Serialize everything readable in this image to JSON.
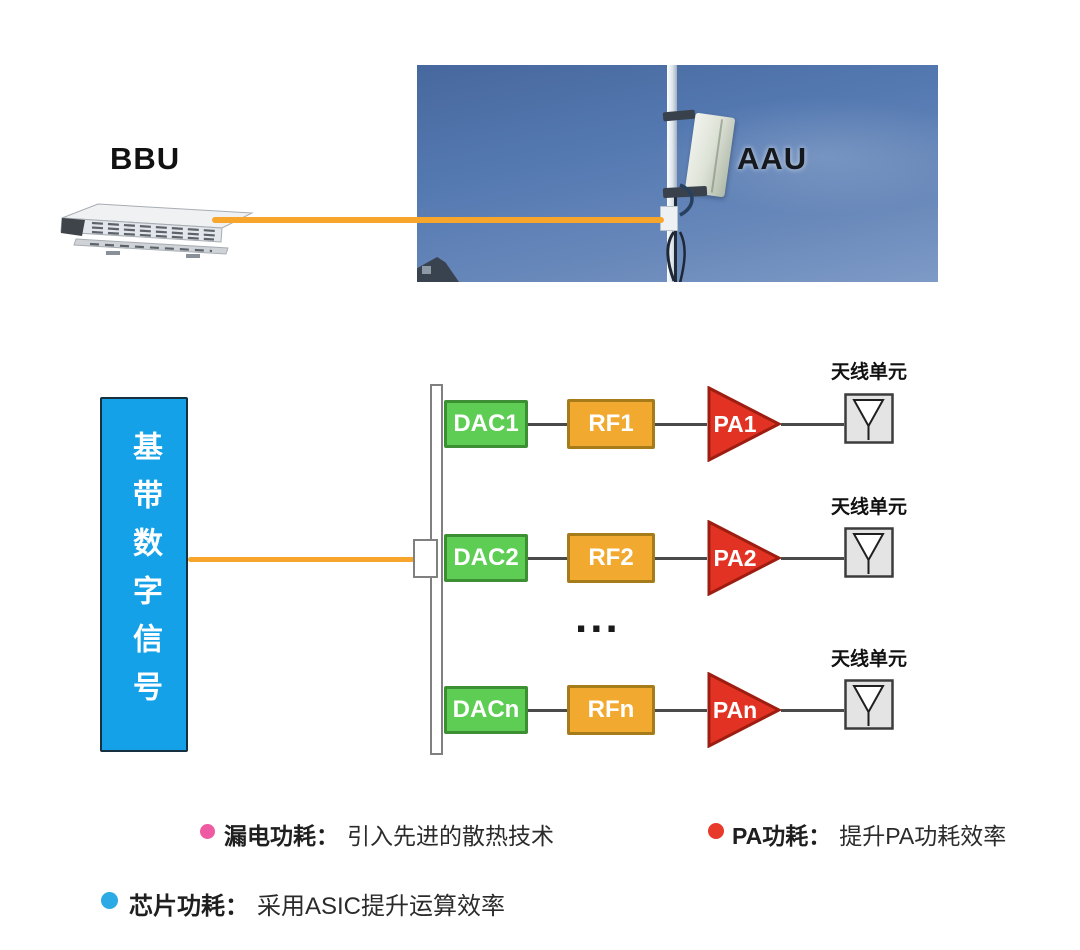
{
  "header": {
    "bbu_label": "BBU",
    "aau_label": "AAU"
  },
  "diagram": {
    "baseband_label": "基带数字信号",
    "ellipsis": "...",
    "rows": [
      {
        "dac": "DAC1",
        "rf": "RF1",
        "pa": "PA1",
        "antenna_label": "天线单元"
      },
      {
        "dac": "DAC2",
        "rf": "RF2",
        "pa": "PA2",
        "antenna_label": "天线单元"
      },
      {
        "dac": "DACn",
        "rf": "RFn",
        "pa": "PAn",
        "antenna_label": "天线单元"
      }
    ]
  },
  "legend": {
    "items": [
      {
        "term": "漏电功耗：",
        "desc": "引入先进的散热技术",
        "dot_color": "#ee5ba2"
      },
      {
        "term": "PA功耗：",
        "desc": "提升PA功耗效率",
        "dot_color": "#e73a2b"
      },
      {
        "term": "芯片功耗：",
        "desc": "采用ASIC提升运算效率",
        "dot_color": "#2baae6"
      }
    ]
  },
  "colors": {
    "fiber_line": "#f7a62b",
    "baseband_box": "#14a1e8",
    "dac_box": "#5ecd54",
    "rf_box": "#f2a92f",
    "pa_triangle": "#e23223",
    "antenna_box": "#e4e4e4",
    "sky": "#5479b1"
  }
}
